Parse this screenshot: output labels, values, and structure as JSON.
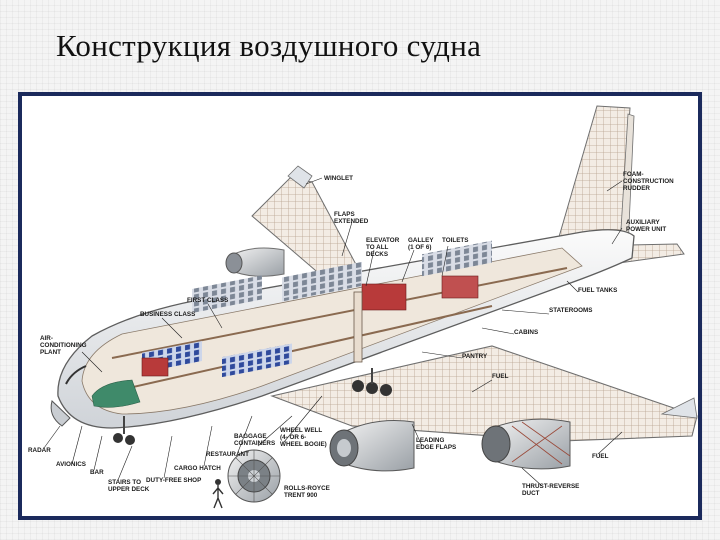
{
  "slide": {
    "title": "Конструкция воздушного судна"
  },
  "diagram": {
    "labels": {
      "winglet": "WINGLET",
      "foam_rudder": "FOAM-\nCONSTRUCTION\nRUDDER",
      "flaps_extended": "FLAPS\nEXTENDED",
      "elevator": "ELEVATOR\nTO ALL\nDECKS",
      "galley": "GALLEY\n(1 OF 6)",
      "toilets": "TOILETS",
      "apu": "AUXILIARY\nPOWER UNIT",
      "fuel_tanks": "FUEL TANKS",
      "first_class": "FIRST CLASS",
      "business_class": "BUSINESS CLASS",
      "staterooms": "STATEROOMS",
      "cabins": "CABINS",
      "air_conditioning": "AIR-\nCONDITIONING\nPLANT",
      "pantry": "PANTRY",
      "fuel_mid": "FUEL",
      "radar": "RADAR",
      "avionics": "AVIONICS",
      "bar": "BAR",
      "stairs": "STAIRS TO\nUPPER DECK",
      "duty_free": "DUTY-FREE SHOP",
      "cargo_hatch": "CARGO HATCH",
      "restaurant": "RESTAURANT",
      "baggage": "BAGGAGE\nCONTAINERS",
      "wheel_well": "WHEEL WELL\n(4- OR 6-\nWHEEL BOGIE)",
      "leading_edge": "LEADING\nEDGE FLAPS",
      "rolls_royce": "ROLLS-ROYCE\nTRENT 900",
      "fuel_right": "FUEL",
      "thrust_reverse": "THRUST-REVERSE\nDUCT"
    }
  }
}
